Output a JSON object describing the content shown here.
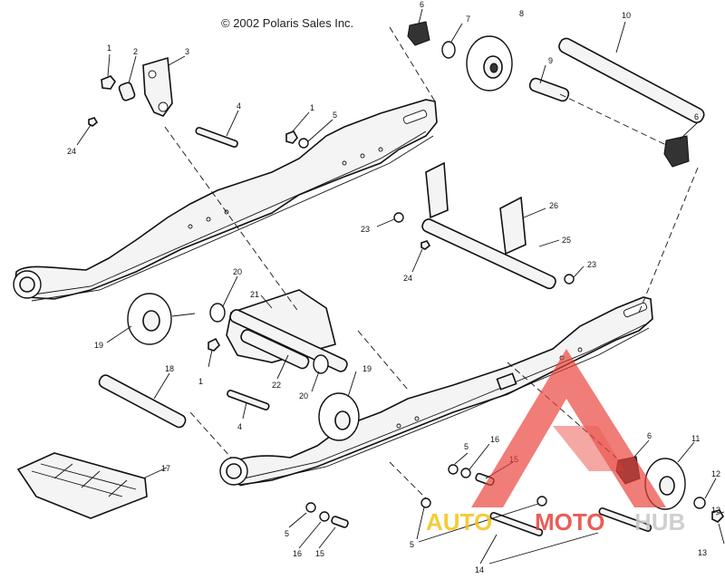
{
  "header": {
    "copyright": "© 2002 Polaris Sales Inc."
  },
  "watermark": {
    "part1": "AUTO",
    "part2": "MOTO",
    "part3": "HUB",
    "color_red": "#e8413a",
    "color_yellow": "#f3c417",
    "color_gray": "#c7c7c7"
  },
  "callouts": [
    {
      "label": "1"
    },
    {
      "label": "2"
    },
    {
      "label": "3"
    },
    {
      "label": "4"
    },
    {
      "label": "24"
    },
    {
      "label": "1"
    },
    {
      "label": "5"
    },
    {
      "label": "6"
    },
    {
      "label": "7"
    },
    {
      "label": "8"
    },
    {
      "label": "9"
    },
    {
      "label": "10"
    },
    {
      "label": "6"
    },
    {
      "label": "23"
    },
    {
      "label": "26"
    },
    {
      "label": "25"
    },
    {
      "label": "24"
    },
    {
      "label": "23"
    },
    {
      "label": "20"
    },
    {
      "label": "21"
    },
    {
      "label": "19"
    },
    {
      "label": "1"
    },
    {
      "label": "22"
    },
    {
      "label": "20"
    },
    {
      "label": "19"
    },
    {
      "label": "18"
    },
    {
      "label": "4"
    },
    {
      "label": "17"
    },
    {
      "label": "5"
    },
    {
      "label": "16"
    },
    {
      "label": "15"
    },
    {
      "label": "6"
    },
    {
      "label": "11"
    },
    {
      "label": "12"
    },
    {
      "label": "13"
    },
    {
      "label": "13"
    },
    {
      "label": "14"
    },
    {
      "label": "5"
    },
    {
      "label": "16"
    },
    {
      "label": "15"
    },
    {
      "label": "5"
    }
  ]
}
